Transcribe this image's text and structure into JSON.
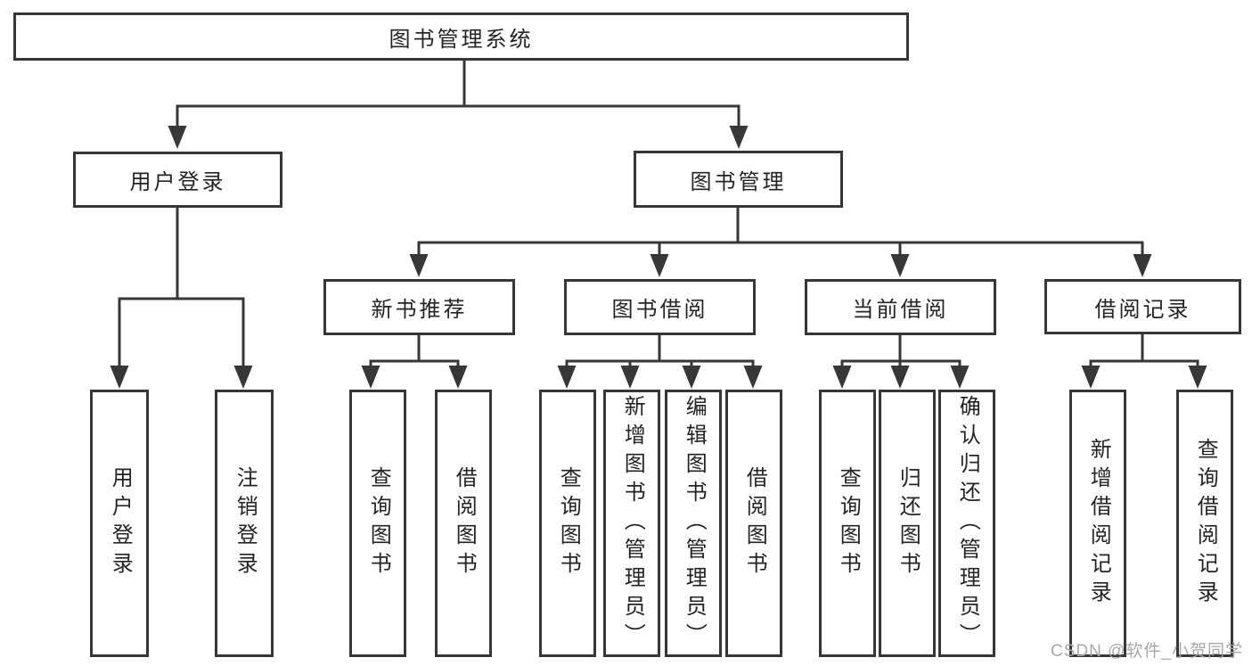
{
  "tree": {
    "label": "图书管理系统",
    "children": [
      {
        "label": "用户登录",
        "children": [
          {
            "label": "用户登录"
          },
          {
            "label": "注销登录"
          }
        ]
      },
      {
        "label": "图书管理",
        "children": [
          {
            "label": "新书推荐",
            "children": [
              {
                "label": "查询图书"
              },
              {
                "label": "借阅图书"
              }
            ]
          },
          {
            "label": "图书借阅",
            "children": [
              {
                "label": "查询图书"
              },
              {
                "label": "新增图书（管理员）"
              },
              {
                "label": "编辑图书（管理员）"
              },
              {
                "label": "借阅图书"
              }
            ]
          },
          {
            "label": "当前借阅",
            "children": [
              {
                "label": "查询图书"
              },
              {
                "label": "归还图书"
              },
              {
                "label": "确认归还（管理员）"
              }
            ]
          },
          {
            "label": "借阅记录",
            "children": [
              {
                "label": "新增借阅记录"
              },
              {
                "label": "查询借阅记录"
              }
            ]
          }
        ]
      }
    ]
  },
  "watermark": {
    "text": "CSDN @软件_小贺同学"
  },
  "colors": {
    "line": "#373737",
    "text": "#242424",
    "watermark": "#a8a8a8",
    "background": "#ffffff"
  }
}
